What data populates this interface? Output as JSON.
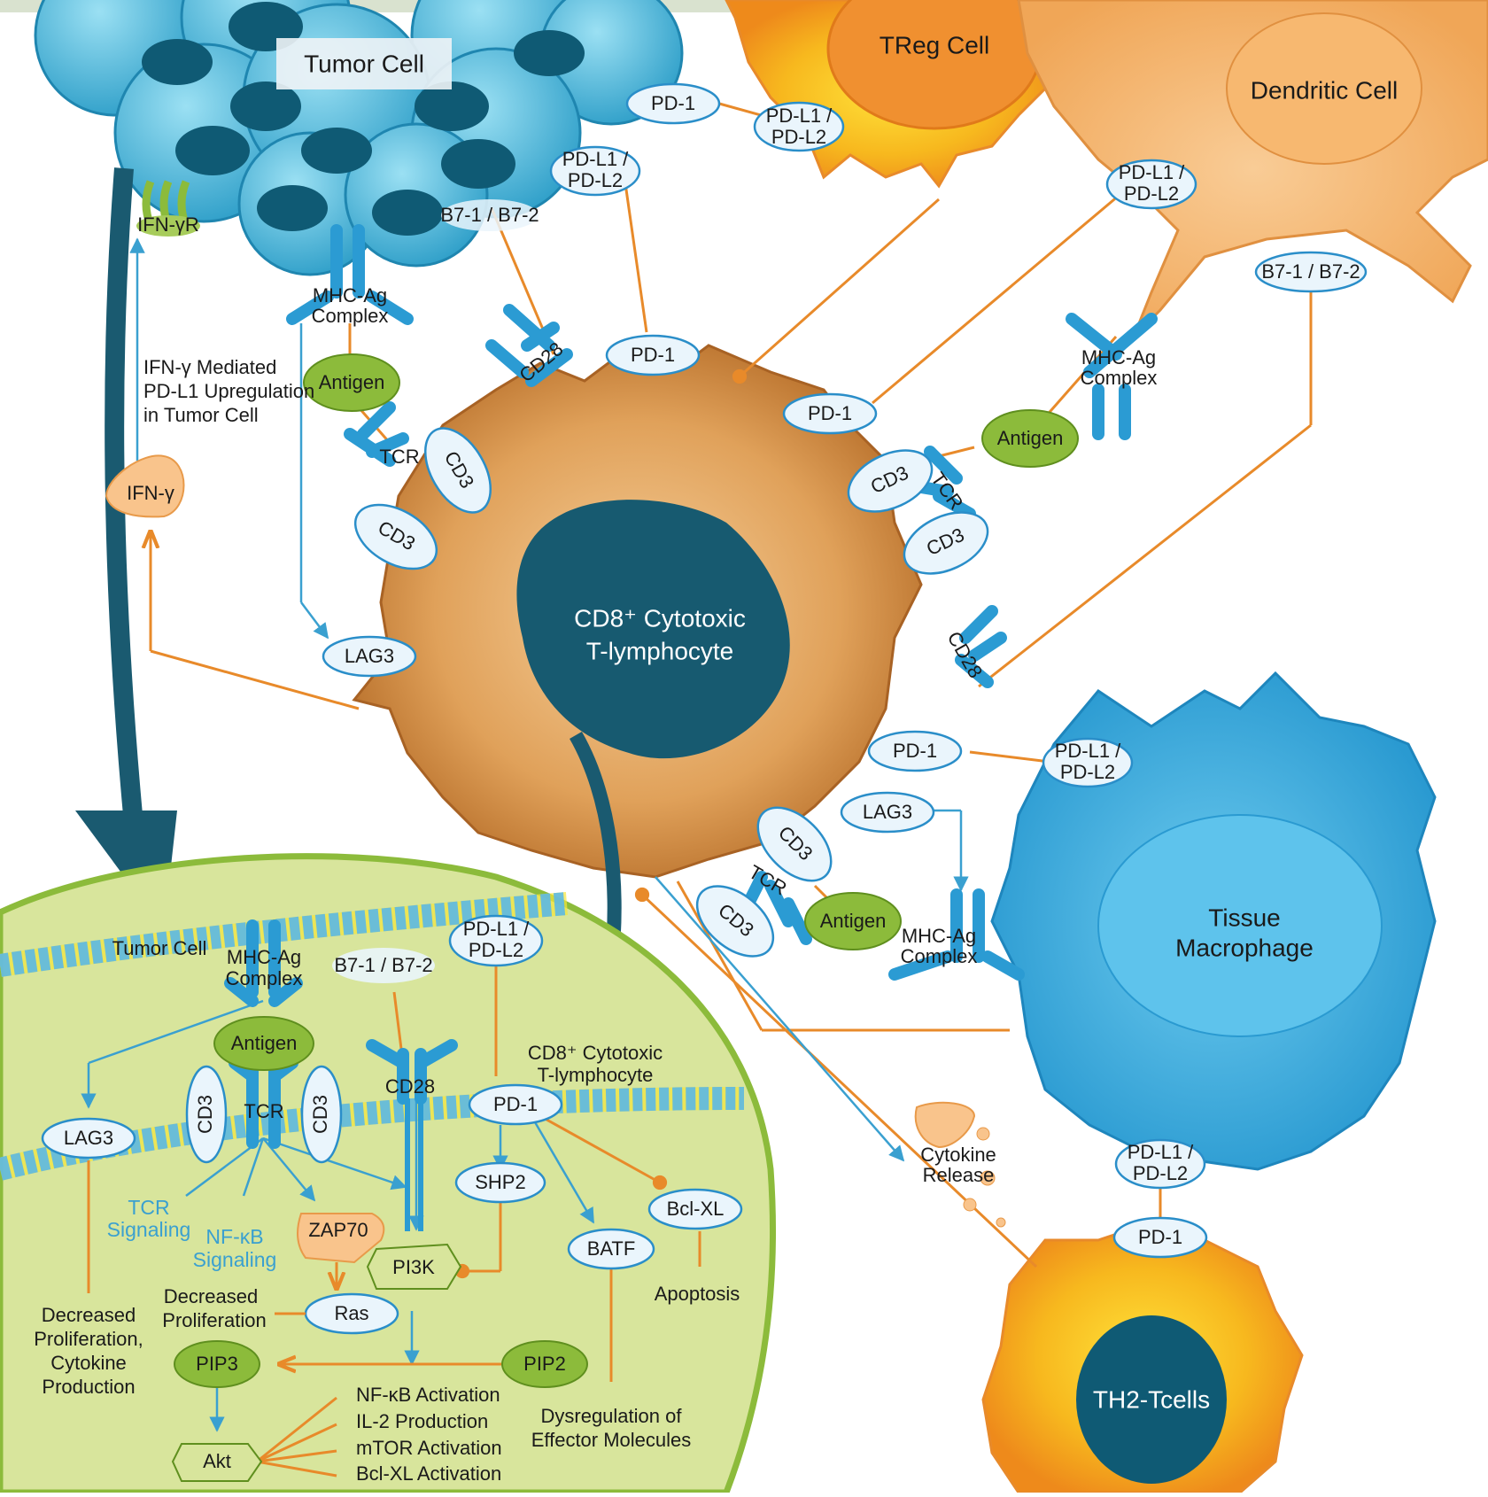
{
  "cells": {
    "tumor": "Tumor Cell",
    "treg": "TReg Cell",
    "dendritic": "Dendritic Cell",
    "cd8": "CD8⁺ Cytotoxic",
    "cd8_line2": "T-lymphocyte",
    "macrophage": "Tissue",
    "macrophage_line2": "Macrophage",
    "th2": "TH2-Tcells"
  },
  "receptors": {
    "pd1": "PD-1",
    "pdl_1": "PD-L1 /",
    "pdl_2": "PD-L2",
    "b7": "B7-1 / B7-2",
    "cd28": "CD28",
    "cd3": "CD3",
    "tcr": "TCR",
    "lag3": "LAG3",
    "mhc_1": "MHC-Ag",
    "mhc_2": "Complex",
    "antigen": "Antigen",
    "ifng": "IFN-γ",
    "ifngr": "IFN-γR"
  },
  "annotations": {
    "ifn_1": "IFN-γ Mediated",
    "ifn_2": "PD-L1 Upregulation",
    "ifn_3": "in Tumor Cell",
    "cytokine_1": "Cytokine",
    "cytokine_2": "Release"
  },
  "inset": {
    "tumor": "Tumor Cell",
    "cd8_1": "CD8⁺ Cytotoxic",
    "cd8_2": "T-lymphocyte",
    "shp2": "SHP2",
    "batf": "BATF",
    "bclxl": "Bcl-XL",
    "apoptosis": "Apoptosis",
    "zap70": "ZAP70",
    "pi3k": "PI3K",
    "ras": "Ras",
    "pip3": "PIP3",
    "pip2": "PIP2",
    "akt": "Akt",
    "tcr_sig_1": "TCR",
    "tcr_sig_2": "Signaling",
    "nfkb_sig_1": "NF-κB",
    "nfkb_sig_2": "Signaling",
    "dec_prolif_1": "Decreased",
    "dec_prolif_2": "Proliferation",
    "dec_cyt_1": "Decreased",
    "dec_cyt_2": "Proliferation,",
    "dec_cyt_3": "Cytokine",
    "dec_cyt_4": "Production",
    "dys_1": "Dysregulation of",
    "dys_2": "Effector Molecules",
    "out_1": "NF-κB Activation",
    "out_2": "IL-2 Production",
    "out_3": "mTOR Activation",
    "out_4": "Bcl-XL Activation"
  },
  "colors": {
    "orange_line": "#e88a2a",
    "blue_line": "#3aa0d0",
    "receptor_blue": "#2b9bd3",
    "antigen_green": "#8cbb3b",
    "cd8_body": "#d9944a",
    "nucleus_dark": "#175a70"
  }
}
